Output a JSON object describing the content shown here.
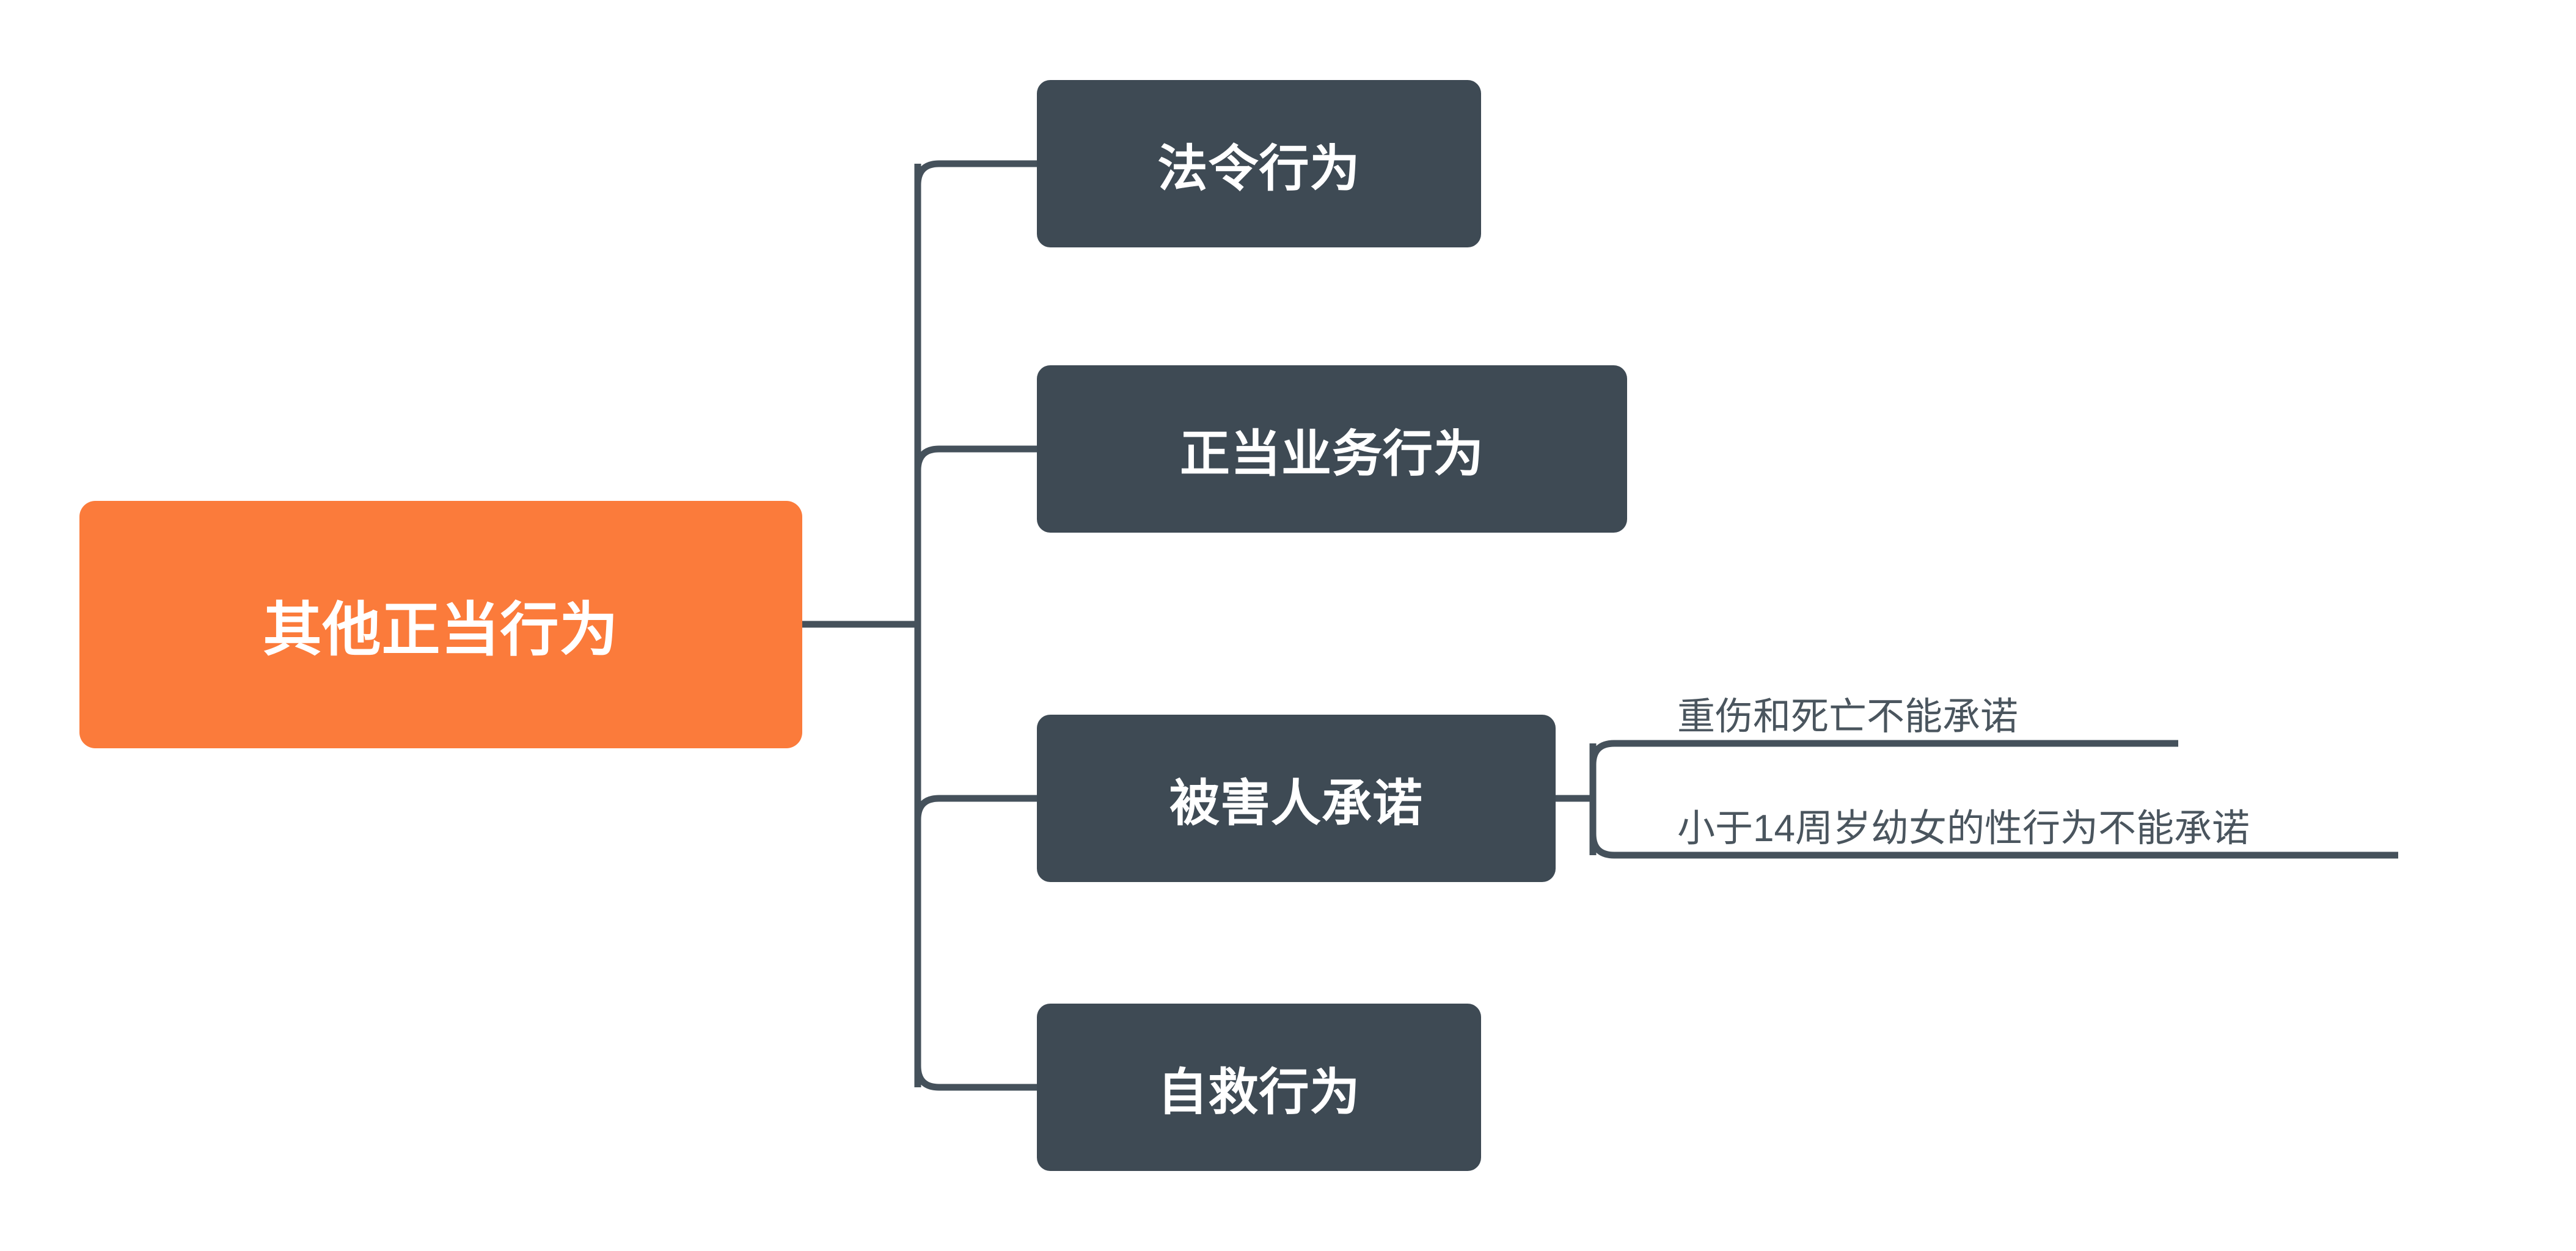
{
  "diagram": {
    "type": "mind-map",
    "title": "其他正当行为",
    "background_color": "#ffffff",
    "root": {
      "label": "其他正当行为",
      "fill_color": "#fb7b3b",
      "text_color": "#ffffff"
    },
    "branch_style": {
      "fill_color": "#3e4a54",
      "text_color": "#ffffff"
    },
    "connector_color": "#45515b",
    "leaf_text_color": "#4a555e",
    "branches": [
      {
        "label": "法令行为",
        "children": []
      },
      {
        "label": "正当业务行为",
        "children": []
      },
      {
        "label": "被害人承诺",
        "children": [
          {
            "label": "重伤和死亡不能承诺"
          },
          {
            "label": "小于14周岁幼女的性行为不能承诺"
          }
        ]
      },
      {
        "label": "自救行为",
        "children": []
      }
    ]
  }
}
